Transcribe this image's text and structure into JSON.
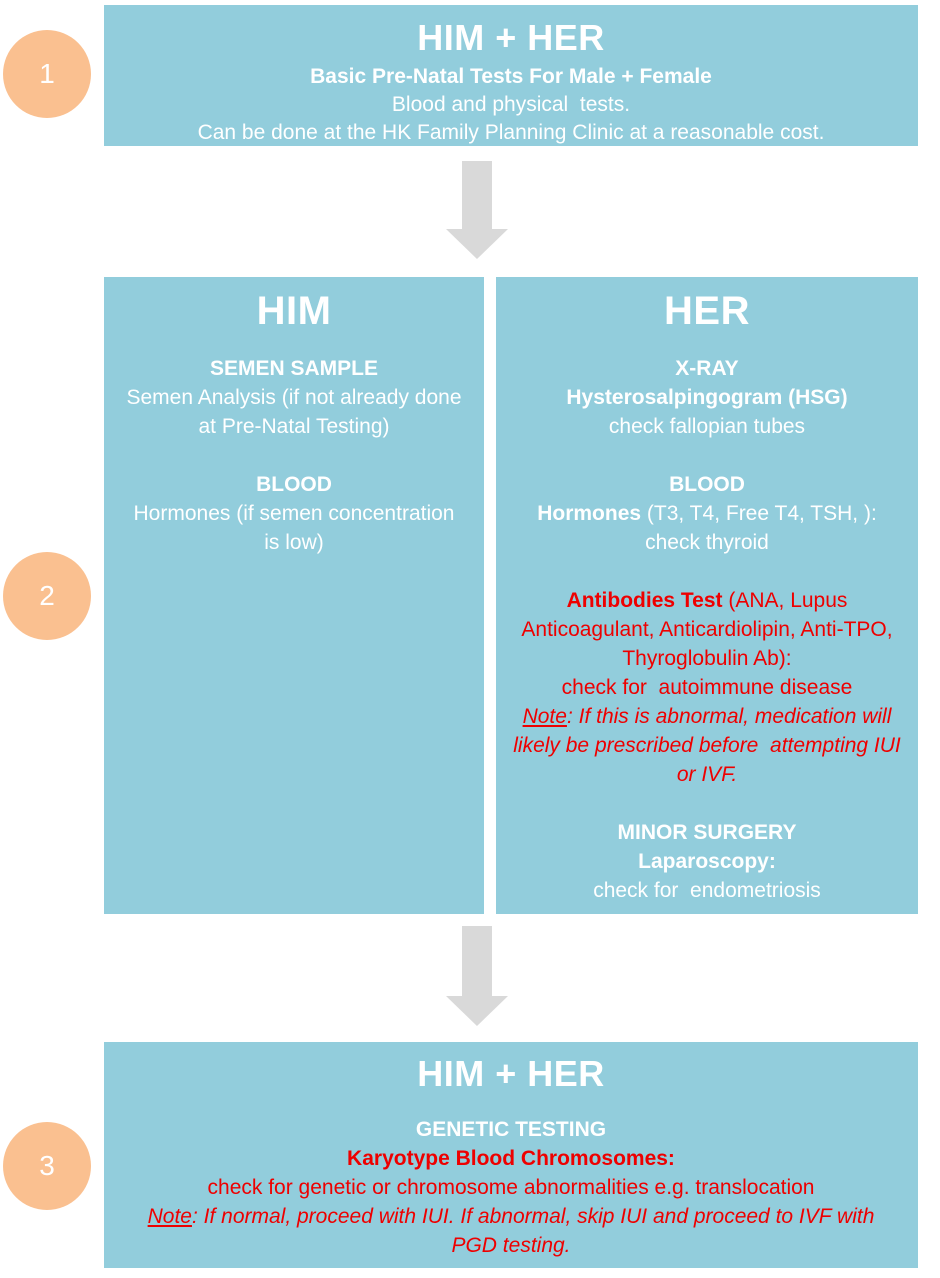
{
  "colors": {
    "box_bg": "#92CDDC",
    "circle_bg": "#FAC090",
    "arrow": "#D9D9D9",
    "text_white": "#FFFFFF",
    "text_red": "#EE0000"
  },
  "steps": {
    "s1": "1",
    "s2": "2",
    "s3": "3"
  },
  "top_box": {
    "title": "HIM + HER",
    "subtitle": "Basic Pre-Natal Tests For Male + Female",
    "line1": "Blood and physical  tests.",
    "line2": "Can be done at the HK Family Planning Clinic at a reasonable cost."
  },
  "him_box": {
    "title": "HIM",
    "semen_heading": "SEMEN SAMPLE",
    "semen_line1": "Semen Analysis (if not already done",
    "semen_line2": "at Pre-Natal Testing)",
    "blood_heading": "BLOOD",
    "blood_line1": "Hormones (if semen concentration",
    "blood_line2": "is low)"
  },
  "her_box": {
    "title": "HER",
    "xray_heading": "X-RAY",
    "xray_sub": "Hysterosalpingogram (HSG)",
    "xray_line": "check fallopian tubes",
    "blood_heading": "BLOOD",
    "hormones_bold": "Hormones",
    "hormones_rest": " (T3, T4, Free T4, TSH, ):",
    "hormones_line": "check thyroid",
    "antibodies_bold": "Antibodies Test",
    "antibodies_rest": " (ANA, Lupus",
    "antibodies_line2": "Anticoagulant, Anticardiolipin, Anti-TPO,",
    "antibodies_line3": "Thyroglobulin Ab):",
    "antibodies_line4": "check for  autoimmune disease",
    "note_word": "Note",
    "note_rest": ": If this is abnormal, medication will",
    "note_line2": "likely be prescribed before  attempting IUI",
    "note_line3": "or IVF.",
    "surgery_heading": "MINOR SURGERY",
    "surgery_sub": "Laparoscopy:",
    "surgery_line": "check for  endometriosis"
  },
  "bottom_box": {
    "title": "HIM + HER",
    "genetic_heading": "GENETIC TESTING",
    "karyotype_heading": "Karyotype Blood Chromosomes:",
    "karyotype_line": "check for genetic or chromosome abnormalities e.g. translocation",
    "note_word": "Note",
    "note_rest": ": If normal, proceed with IUI. If abnormal, skip IUI and proceed to IVF with",
    "note_line2": "PGD testing."
  }
}
